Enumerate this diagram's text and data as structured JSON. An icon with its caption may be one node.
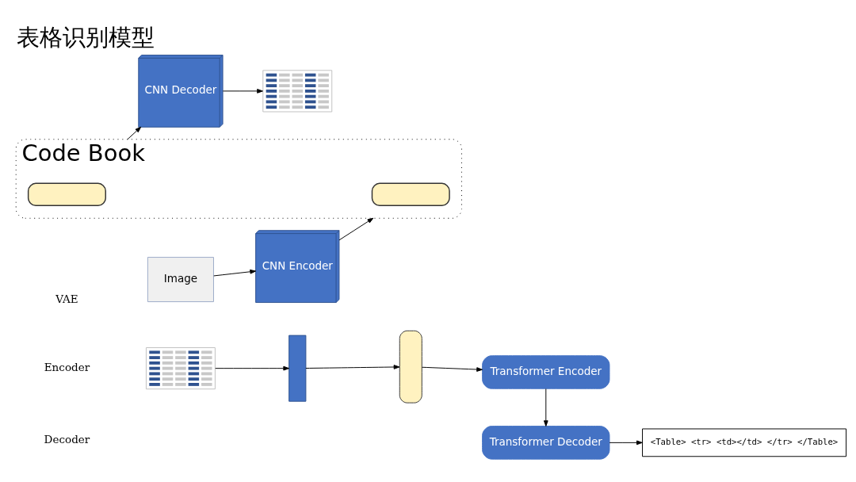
{
  "diagram": {
    "title": "表格识别模型",
    "nodes": [
      {
        "text": [
          "Image"
        ]
      },
      {
        "text": [
          "CNN Encoder"
        ]
      },
      {
        "text": [
          "Code Book"
        ]
      },
      {
        "text": [],
        "shape": "box",
        "in": 2
      },
      {
        "text": [],
        "shape": "box",
        "in": 2
      },
      {
        "text": [
          "CNN Decoder"
        ]
      },
      {
        "text": [],
        "shape": "picture"
      },
      {
        "text": [],
        "shape": "picture"
      },
      {
        "text": [],
        "shape": "box"
      },
      {
        "text": [],
        "shape": "box"
      },
      {
        "text": [
          "Transformer Encoder"
        ]
      },
      {
        "text": [
          "Transformer Decoder"
        ]
      },
      {
        "text": [
          "<Table> <tr> <td></td> </tr> </Table>"
        ]
      }
    ],
    "edges": [
      {
        "from": 0,
        "to": 1,
        "arrow": "to"
      },
      {
        "from": 1,
        "to": 2,
        "arrow": "to"
      },
      {
        "from": 2,
        "to": 5,
        "arrow": "to"
      },
      {
        "from": 5,
        "to": 6,
        "arrow": "to"
      },
      {
        "from": 7,
        "to": 8,
        "arrow": "to"
      },
      {
        "from": 8,
        "to": 9,
        "arrow": "to"
      },
      {
        "from": 9,
        "to": 10,
        "arrow": "to"
      },
      {
        "from": 10,
        "to": 11,
        "arrow": "to"
      },
      {
        "from": 11,
        "to": 12,
        "arrow": "to"
      }
    ],
    "labels": [
      "VAE",
      "Encoder",
      "Decoder"
    ]
  }
}
